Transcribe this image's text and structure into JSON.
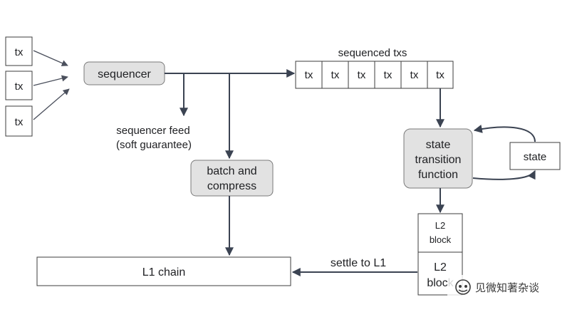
{
  "inputs": {
    "tx_labels": [
      "tx",
      "tx",
      "tx"
    ]
  },
  "sequencer": {
    "label": "sequencer"
  },
  "sequenced": {
    "title": "sequenced txs",
    "tx_labels": [
      "tx",
      "tx",
      "tx",
      "tx",
      "tx",
      "tx"
    ]
  },
  "feed": {
    "line1": "sequencer feed",
    "line2": "(soft guarantee)"
  },
  "batch": {
    "line1": "batch and",
    "line2": "compress"
  },
  "stf": {
    "line1": "state",
    "line2": "transition",
    "line3": "function"
  },
  "state": {
    "label": "state"
  },
  "l2_blocks": [
    {
      "line1": "L2",
      "line2": "block"
    },
    {
      "line1": "L2",
      "line2": "block"
    }
  ],
  "settle": {
    "label": "settle to L1"
  },
  "l1_chain": {
    "label": "L1 chain"
  },
  "watermark": {
    "text": "见微知著杂谈",
    "icon": "wechat-channel-icon"
  },
  "colors": {
    "arrow": "#3b4352",
    "node_fill": "#e2e2e2",
    "box_stroke": "#3c3c3c"
  }
}
